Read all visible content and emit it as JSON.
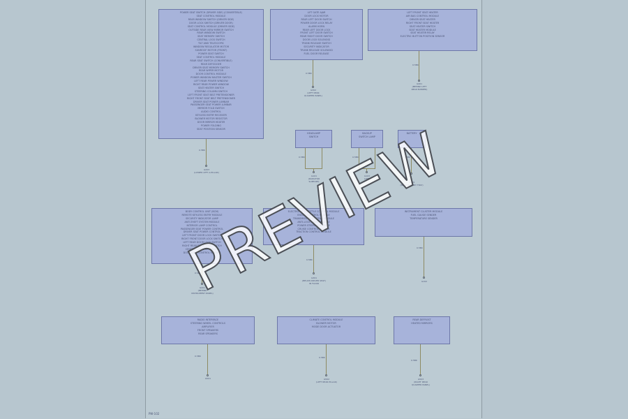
{
  "page": {
    "number": "PW-102",
    "background": "#b7c6cf",
    "sheet_color": "#bccbd3",
    "box_color": "#a7b3da",
    "wire_color": "#8d8a62"
  },
  "watermark": "PREVIEW",
  "boxes": {
    "b1": [
      "POWER SEAT SWITCH (DRIVER SIDE) (CONVERTIBLE)",
      "SEAT CONTROL MODULE",
      "REAR WINDOW SWITCH (DRIVER SIDE)",
      "DOOR LOCK SWITCH (DRIVER DOOR)",
      "SEAT CONTROL MODULE (DRIVER SIDE)",
      "OUTSIDE REAR VIEW MIRROR SWITCH",
      "REAR WINDOW SWITCH",
      "SEAT MEMORY SWITCH",
      "CENTRAL LOCK SWITCH",
      "TILT AND TELESCOPIC",
      "WINDOW REGULATOR MOTOR",
      "SUNROOF MOTOR (FRONT)",
      "POWER SEAT SWITCH",
      "SEAT CONTROL MODULE",
      "REAR SEAT SWITCH (CONVERTIBLE)",
      "REAR DEFOGGER",
      "DRIVER SEAT MEMORY SWITCH",
      "REAR WIPER MOTOR",
      "DOOR CONTROL MODULE",
      "POWER WINDOW MASTER SWITCH",
      "LEFT REAR POWER WINDOW",
      "RIGHT REAR POWER WINDOW",
      "SEAT HEATER SWITCH",
      "STEERING COLUMN SWITCH",
      "LEFT FRONT SEAT BELT PRETENSIONER",
      "RIGHT FRONT SEAT BELT PRETENSIONER",
      "DRIVER SEAT POWER LUMBAR",
      "PASSENGER SEAT POWER LUMBAR",
      "MIRROR FOLD SWITCH",
      "AUDIO CONTROL",
      "KEYLESS ENTRY RECEIVER",
      "BLOWER MOTOR RESISTOR",
      "DOOR MIRROR HEATER",
      "POWER FOLDING",
      "SEAT POSITION SENSOR"
    ],
    "b2": [
      "LIFT GATE AJAR",
      "DOOR LOCK MOTOR",
      "REAR LEFT DOOR SWITCH",
      "POWER DOOR LOCK RELAY",
      "ALARM HORN",
      "REAR LEFT DOOR LOCK",
      "FRONT LEFT DOOR SWITCH",
      "REAR RIGHT DOOR SWITCH",
      "DOOR LOCK SOLENOID",
      "TRUNK RELEASE SWITCH",
      "SECURITY INDICATOR",
      "TRUNK RELEASE SOLENOID",
      "FUEL DOOR RELEASE"
    ],
    "b3": [
      "LEFT FRONT SEAT HEATER",
      "AIR BAG CONTROL MODULE",
      "DRIVER SEAT HEATER",
      "RIGHT FRONT SEAT HEATER",
      "SEAT HEATER SWITCH",
      "SEAT HEATER MODULE",
      "SEAT HEATER RELAY",
      "ELECTRIC BUTTON POSITION SENSOR"
    ],
    "b4": [
      "HEADLAMP",
      "SWITCH"
    ],
    "b5": [
      "BACKUP",
      "SWITCH LAMP"
    ],
    "b6": [
      "BATTERY"
    ],
    "b7": [
      "BODY CONTROL UNIT (BCM)",
      "REMOTE KEYLESS ENTRY MODULE",
      "SECURITY INDICATOR LAMP",
      "ANTI-THEFT SYSTEM MODULE",
      "INTERIOR LAMP CONTROL",
      "PASSENGER SEAT POWER CONTROL",
      "DRIVER SEAT POWER CONTROL",
      "LEFT FRONT DOOR LOCK SWITCH",
      "RIGHT FRONT DOOR LOCK SWITCH",
      "LEFT REAR DOOR LOCK SWITCH",
      "RIGHT REAR DOOR LOCK SWITCH",
      "CENTRAL LOCKING MODULE",
      "DOOR LOCK CONTROL MODULE"
    ],
    "b8": [
      "ELECTRONIC THROTTLE CONTROL MODULE",
      "ENGINE CONTROL MODULE",
      "TRANSMISSION CONTROL MODULE",
      "ANTI-LOCK BRAKE MODULE",
      "POWER STEERING MODULE",
      "CRUISE CONTROL MODULE",
      "TRACTION CONTROL MODULE"
    ],
    "b9": [
      "INSTRUMENT CLUSTER MODULE",
      "FUEL GAUGE SENDER",
      "TEMPERATURE SENDER"
    ],
    "b10": [
      "RADIO INTERFACE",
      "STEERING WHEEL CONTROLS",
      "AMPLIFIER",
      "FRONT SPEAKERS",
      "REAR SPEAKERS"
    ],
    "b11": [
      "CLIMATE CONTROL MODULE",
      "BLOWER MOTOR",
      "MODE DOOR ACTUATOR"
    ],
    "b12": [
      "REAR DEFROST",
      "HEATED MIRRORS"
    ]
  },
  "nodes": {
    "n1": {
      "gauge": "0.5BK",
      "label": [
        "G203",
        "(LOWER LEFT A-PILLAR)"
      ]
    },
    "n2": {
      "gauge": "0.5BK",
      "label": [
        "G302",
        "(LEFT REAR",
        "QUARTER PANEL)"
      ]
    },
    "n3": {
      "gauge": "0.5BK",
      "label": [
        "G401",
        "(BEHIND LEFT",
        "REAR BUMPER)"
      ]
    },
    "n4": {
      "gauge": "0.5BK",
      "label": [
        "G101",
        "(RADIATOR",
        "SUPPORT)"
      ]
    },
    "n5": {
      "gauge": "0.5BK",
      "label": [
        "G103",
        "(LEFT"
      ]
    },
    "n6": {
      "gauge": "0.8BK",
      "label": [
        "G104",
        "(NEAR BATTERY TRAY)"
      ]
    },
    "n7": {
      "gauge": "0.5BK",
      "label": [
        "G201",
        "(BEHIND",
        "INSTRUMENT PANEL)"
      ]
    },
    "n8": {
      "gauge": "0.5BK",
      "label": [
        "G301",
        "(BELOW DRIVER SEAT)",
        "IN FLOOR"
      ]
    },
    "n9": {
      "gauge": "0.5BK",
      "label": [
        "G102"
      ]
    },
    "n10": {
      "gauge": "0.5BK",
      "label": [
        "G501"
      ]
    },
    "n11": {
      "gauge": "0.5BK",
      "label": [
        "G502",
        "(LEFT REAR PILLAR)"
      ]
    },
    "n12": {
      "gauge": "0.5BK",
      "label": [
        "G503",
        "(RIGHT REAR",
        "QUARTER PANEL)"
      ]
    }
  }
}
